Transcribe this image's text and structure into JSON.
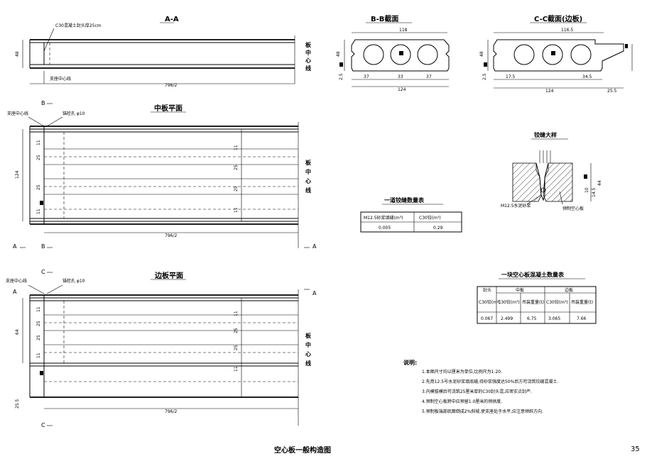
{
  "sheet": {
    "title": "空心板一般构造图",
    "page_no": "35"
  },
  "view_aa": {
    "title": "A-A",
    "note_top": "C30混凝土封头厚25cm",
    "label_bottom": "支座中心线",
    "dim_len": "796/2",
    "dim_h": "48",
    "side_label": "板中心线"
  },
  "view_bb": {
    "title": "B-B截面",
    "dim_top": "118",
    "dim_bottom": "124",
    "dims_left": [
      "48",
      "2.5"
    ],
    "dims_bottom_parts": [
      "37",
      "33",
      "37"
    ]
  },
  "view_cc": {
    "title": "C-C截面(边板)",
    "dim_top": "116.5",
    "dim_bottom": "124",
    "dim_right": "25.5",
    "dims_left": [
      "48",
      "2.5"
    ],
    "dims_bottom_parts": [
      "17.5",
      "34.5"
    ]
  },
  "mid_plan": {
    "title": "中板平面",
    "label_b": "B",
    "label_a": "A",
    "label_support": "支座中心线",
    "label_bolt": "锚栓孔 φ10",
    "dim_len": "796/2",
    "dim_width": "124",
    "side_label": "板中心线",
    "dims_left": [
      "11",
      "25",
      "25",
      "11"
    ],
    "dims_right": [
      "11",
      "25",
      "25",
      "11"
    ]
  },
  "edge_plan": {
    "title": "边板平面",
    "label_c": "C",
    "label_a": "A",
    "label_support": "支座中心线",
    "label_bolt": "锚栓孔 φ10",
    "dim_len": "796/2",
    "dim_width": "64",
    "dim_bottom": "25.5",
    "side_label": "板中心线",
    "dims_left": [
      "11",
      "25",
      "25",
      "11"
    ],
    "dims_right": [
      "11",
      "25",
      "25",
      "11"
    ]
  },
  "joint_detail": {
    "title": "铰缝大样",
    "label_mortar": "M12.5水泥砂浆",
    "label_slab": "预制空心板",
    "dims_right": [
      "10",
      "14.5",
      "44"
    ]
  },
  "table_joint": {
    "title": "一道铰缝数量表",
    "headers": [
      "M12.5砂浆填缝(m³)",
      "C30铰(m³)"
    ],
    "row": [
      "0.005",
      "0.29"
    ]
  },
  "table_concrete": {
    "title": "一块空心板混凝土数量表",
    "group_headers": [
      "封头",
      "中板",
      "边板"
    ],
    "sub_headers": [
      "C30铰(m³)",
      "C30铰(m³)",
      "吊装重量(t)",
      "C30铰(m³)",
      "吊装重量(t)"
    ],
    "row": [
      "0.067",
      "2.499",
      "6.75",
      "3.065",
      "7.66"
    ]
  },
  "notes": {
    "title": "说明:",
    "items": [
      "1.本图尺寸均以厘米为单位,比例尺为1:20.",
      "2.先用12.5号水泥砂浆填底缝,待砂浆强度达50%后方可浇筑铰缝混凝土.",
      "3.内模拔模后可浇筑25厘米厚的C30封头混,应密实点封严.",
      "4.预制空心板跨中应预留1.0厘米的预拱度.",
      "5.预制板端部底面倒成2%斜坡,使支座处于水平,应注意倾斜方向."
    ]
  },
  "colors": {
    "line": "#000000",
    "background": "#ffffff"
  }
}
